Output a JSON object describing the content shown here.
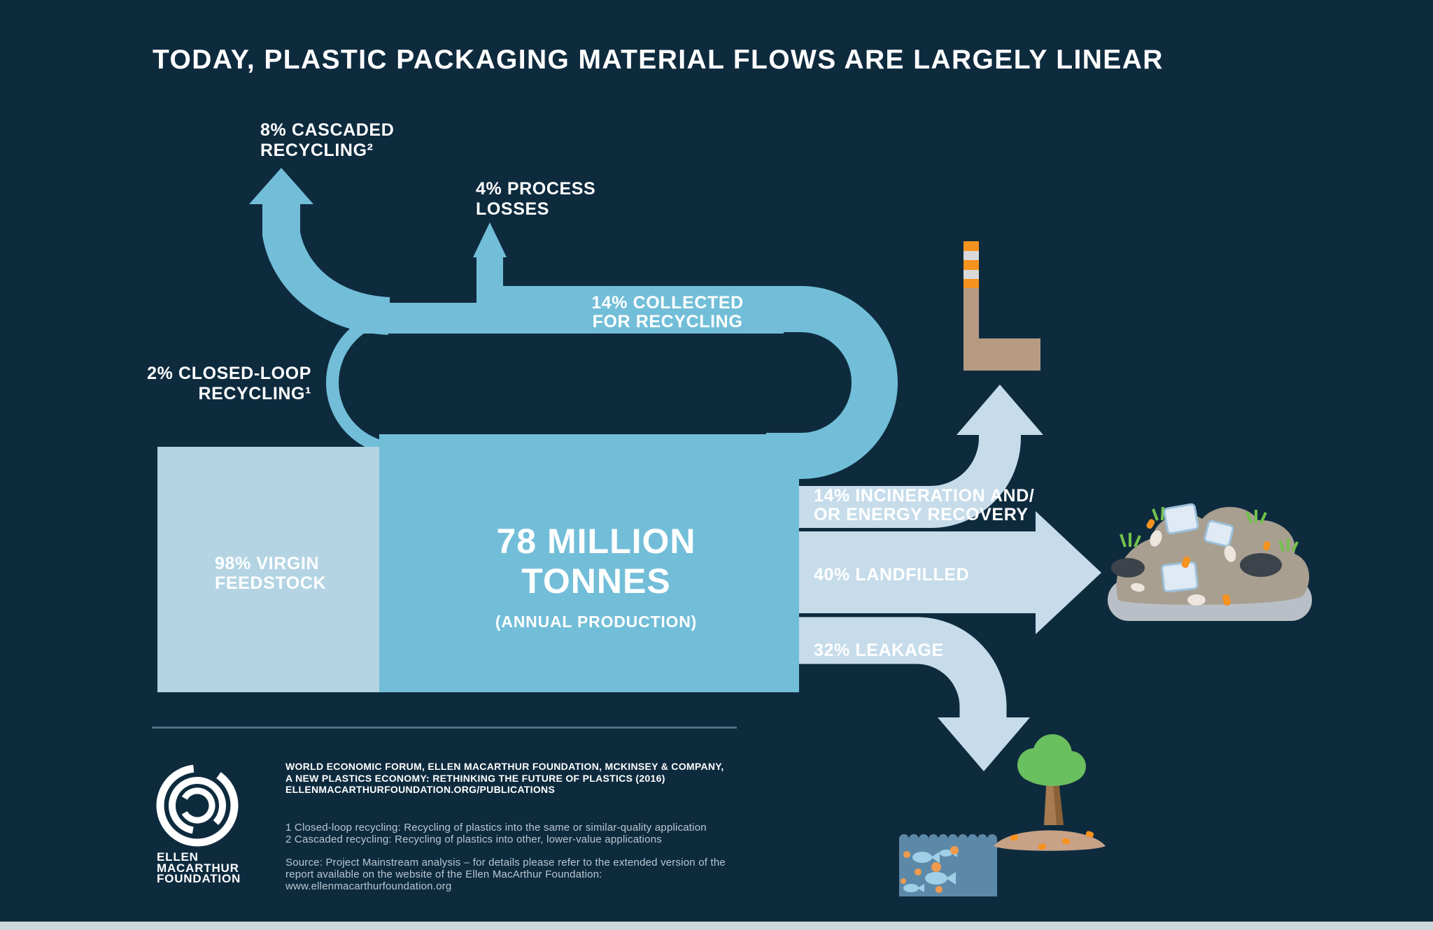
{
  "title": "TODAY, PLASTIC PACKAGING MATERIAL FLOWS ARE LARGELY LINEAR",
  "flows": {
    "cascaded": {
      "line1": "8% CASCADED",
      "line2": "RECYCLING²"
    },
    "process_losses": {
      "line1": "4% PROCESS",
      "line2": "LOSSES"
    },
    "collected": {
      "line1": "14% COLLECTED",
      "line2": "FOR RECYCLING"
    },
    "closed_loop": {
      "line1": "2% CLOSED-LOOP",
      "line2": "RECYCLING¹"
    },
    "virgin_feedstock": {
      "line1": "98% VIRGIN",
      "line2": "FEEDSTOCK"
    },
    "production": {
      "line1": "78 MILLION",
      "line2": "TONNES",
      "subtitle": "(ANNUAL PRODUCTION)"
    },
    "incineration": {
      "line1": "14% INCINERATION AND/",
      "line2": "OR ENERGY RECOVERY"
    },
    "landfilled": {
      "label": "40% LANDFILLED"
    },
    "leakage": {
      "label": "32% LEAKAGE"
    }
  },
  "footer": {
    "attribution_line1": "WORLD ECONOMIC FORUM, ELLEN MACARTHUR FOUNDATION, MCKINSEY & COMPANY,",
    "attribution_line2": "A NEW PLASTICS ECONOMY: RETHINKING THE FUTURE OF PLASTICS (2016)",
    "attribution_line3": "ELLENMACARTHURFOUNDATION.ORG/PUBLICATIONS",
    "footnote1": "1 Closed-loop recycling: Recycling of plastics into the same or similar-quality application",
    "footnote2": "2 Cascaded recycling: Recycling of plastics into other, lower-value applications",
    "source_line1": "Source: Project Mainstream analysis – for details please refer to the extended version of the",
    "source_line2": "report available on the website of the Ellen MacArthur Foundation:",
    "source_line3": "www.ellenmacarthurfoundation.org",
    "logo_line1": "ELLEN",
    "logo_line2": "MACARTHUR",
    "logo_line3": "FOUNDATION"
  },
  "icons": [
    "emf-logo-icon",
    "incinerator-icon",
    "landfill-icon",
    "ocean-icon",
    "tree-icon",
    "up-arrow-icon",
    "right-arrow-icon",
    "down-arrow-icon"
  ],
  "colors": {
    "background": "#0e2b3e",
    "flow_medium_blue": "#72bed8",
    "flow_pale_blue": "#c6dcea",
    "virgin_box_blue": "#b4d4e3",
    "text_white": "#ffffff",
    "footnote_gray": "#b9c7d1",
    "incinerator_tan": "#b69a82",
    "stripe_orange": "#f6921e",
    "tree_green": "#6abf5e",
    "ocean_blue": "#5d89a8",
    "bottom_strip": "#ccd7dc"
  },
  "chart_data": {
    "type": "sankey",
    "title": "TODAY, PLASTIC PACKAGING MATERIAL FLOWS ARE LARGELY LINEAR",
    "unit": "percent of 78 million tonnes annual plastic packaging production",
    "nodes": [
      "Virgin feedstock",
      "Production (78 million tonnes annual)",
      "Collected for recycling",
      "Closed-loop recycling",
      "Cascaded recycling",
      "Process losses",
      "Incineration and/or energy recovery",
      "Landfilled",
      "Leakage"
    ],
    "links": [
      {
        "source": "Virgin feedstock",
        "target": "Production (78 million tonnes annual)",
        "value": 98
      },
      {
        "source": "Closed-loop recycling",
        "target": "Production (78 million tonnes annual)",
        "value": 2
      },
      {
        "source": "Production (78 million tonnes annual)",
        "target": "Collected for recycling",
        "value": 14
      },
      {
        "source": "Collected for recycling",
        "target": "Cascaded recycling",
        "value": 8
      },
      {
        "source": "Collected for recycling",
        "target": "Process losses",
        "value": 4
      },
      {
        "source": "Collected for recycling",
        "target": "Closed-loop recycling",
        "value": 2
      },
      {
        "source": "Production (78 million tonnes annual)",
        "target": "Incineration and/or energy recovery",
        "value": 14
      },
      {
        "source": "Production (78 million tonnes annual)",
        "target": "Landfilled",
        "value": 40
      },
      {
        "source": "Production (78 million tonnes annual)",
        "target": "Leakage",
        "value": 32
      }
    ]
  }
}
